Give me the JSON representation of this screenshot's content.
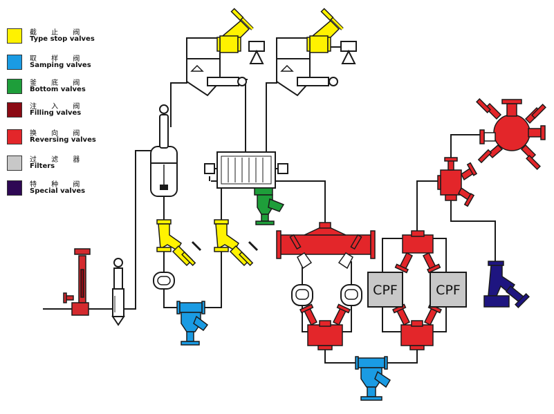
{
  "legend": [
    {
      "cn": "截 止 阀",
      "en": "Type stop valves",
      "color": "#FFF200"
    },
    {
      "cn": "取 样 阀",
      "en": "Samping valves",
      "color": "#1A9BE3"
    },
    {
      "cn": "釜 底 阀",
      "en": "Bottom valves",
      "color": "#1E9E3A"
    },
    {
      "cn": "注 入 阀",
      "en": "Filling valves",
      "color": "#8B0A14"
    },
    {
      "cn": "换 向 阀",
      "en": "Reversing valves",
      "color": "#E3262A"
    },
    {
      "cn": "过 滤 器",
      "en": "Filters",
      "color": "#C8C8C8"
    },
    {
      "cn": "特 种 阀",
      "en": "Special valves",
      "color": "#2E0854"
    }
  ],
  "filters": {
    "left_label": "CPF",
    "right_label": "CPF"
  },
  "colors": {
    "stop": "#FFF200",
    "sampling": "#1A9BE3",
    "bottom": "#1E9E3A",
    "filling": "#C8202A",
    "reversing": "#E3262A",
    "filter": "#C8C8C8",
    "special": "#1E1580",
    "line": "#1a1a1a"
  }
}
